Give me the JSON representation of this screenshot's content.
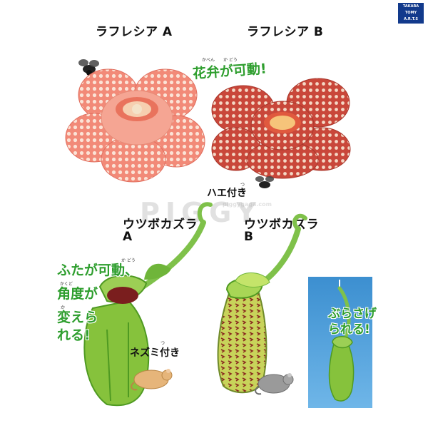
{
  "brand": {
    "line1": "TAKARA",
    "line2": "TOMY",
    "line3": "A.R.T.S"
  },
  "labels": {
    "rafflesia_a": "ラフレシア A",
    "rafflesia_b": "ラフレシア B",
    "nepenthes_a_line1": "ウツボカズラ",
    "nepenthes_a_line2": "A",
    "nepenthes_b_line1": "ウツボカズラ",
    "nepenthes_b_line2": "B"
  },
  "callouts": {
    "petals_movable": "花弁が可動!",
    "petals_ruby": "かべん　　か どう",
    "with_fly": "ハエ付き",
    "with_fly_ruby": "つ",
    "lid_line1": "ふたが可動、",
    "lid_line2": "角度が",
    "lid_line3": "変えら",
    "lid_line4": "れる!",
    "lid_ruby1": "か どう",
    "lid_ruby2": "かくど",
    "lid_ruby3": "か",
    "with_mouse": "ネズミ付き",
    "with_mouse_ruby": "つ",
    "hang_line1": "ぶらさげ",
    "hang_line2": "られる!"
  },
  "watermark": {
    "big": "PIGGY",
    "small": "piggygaga.com"
  },
  "colors": {
    "rafflesia_a_petal": "#f28a78",
    "rafflesia_a_spot": "#fbe3d6",
    "rafflesia_b_petal": "#c9473a",
    "rafflesia_b_spot": "#f4d8c5",
    "pitcher_green": "#86c23c",
    "pitcher_dark_green": "#4f9a22",
    "pitcher_b_spots": "#8a2a1f",
    "callout_green": "#2e9e2e",
    "panel_blue": "#3c8fd0",
    "brand_blue": "#123a8c"
  }
}
